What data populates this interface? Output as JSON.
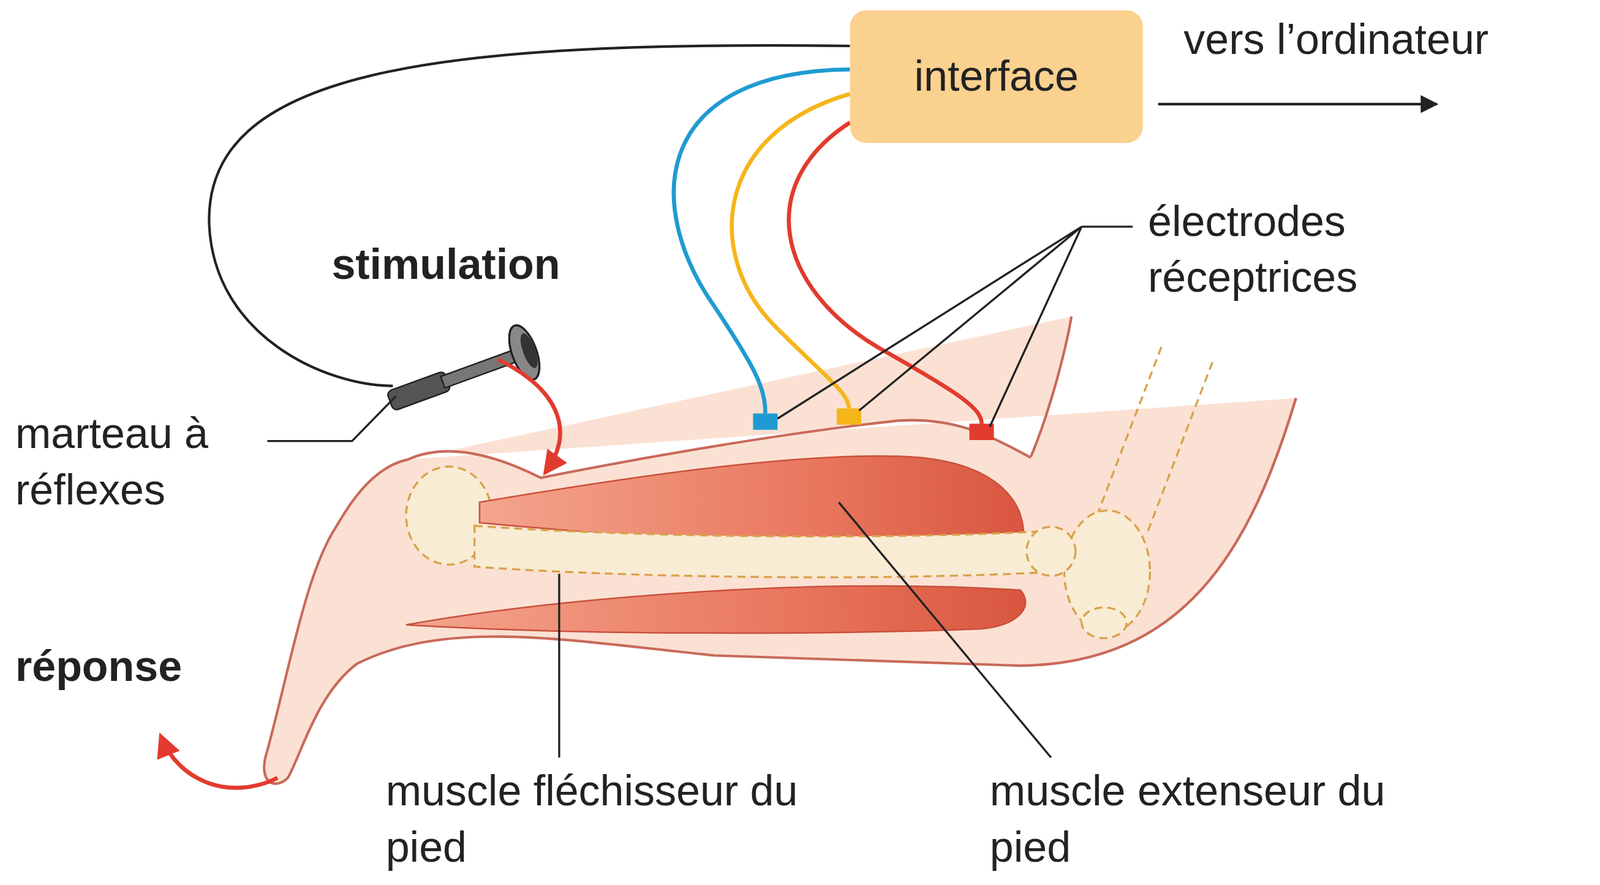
{
  "diagram": {
    "nodes": [
      {
        "text": [
          "interface"
        ]
      }
    ],
    "labels": [
      "vers l’ordinateur",
      "stimulation",
      "électrodes réceptrices",
      "marteau à réflexes",
      "réponse",
      "muscle fléchisseur du pied",
      "muscle extenseur du pied"
    ]
  }
}
